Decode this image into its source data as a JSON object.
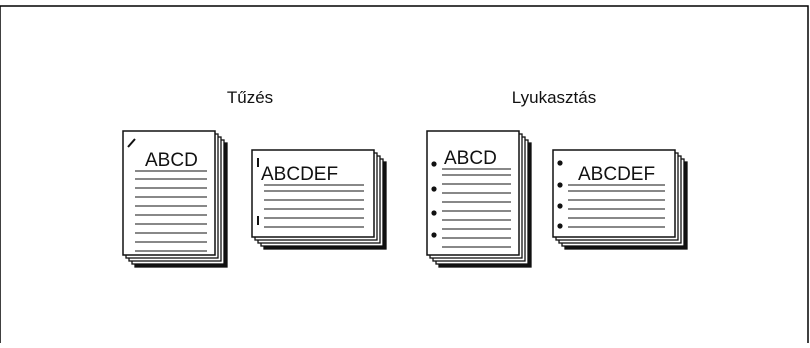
{
  "groups": [
    {
      "title": "Tűzés",
      "stacks": [
        {
          "orientation": "portrait",
          "text": "ABCD",
          "marks": "staple-corner"
        },
        {
          "orientation": "landscape",
          "text": "ABCDEF",
          "marks": "staple-side"
        }
      ]
    },
    {
      "title": "Lyukasztás",
      "stacks": [
        {
          "orientation": "portrait",
          "text": "ABCD",
          "marks": "punch-holes"
        },
        {
          "orientation": "landscape",
          "text": "ABCDEF",
          "marks": "punch-holes"
        }
      ]
    }
  ],
  "colors": {
    "ink": "#111111",
    "paper": "#ffffff",
    "border": "#000000"
  }
}
